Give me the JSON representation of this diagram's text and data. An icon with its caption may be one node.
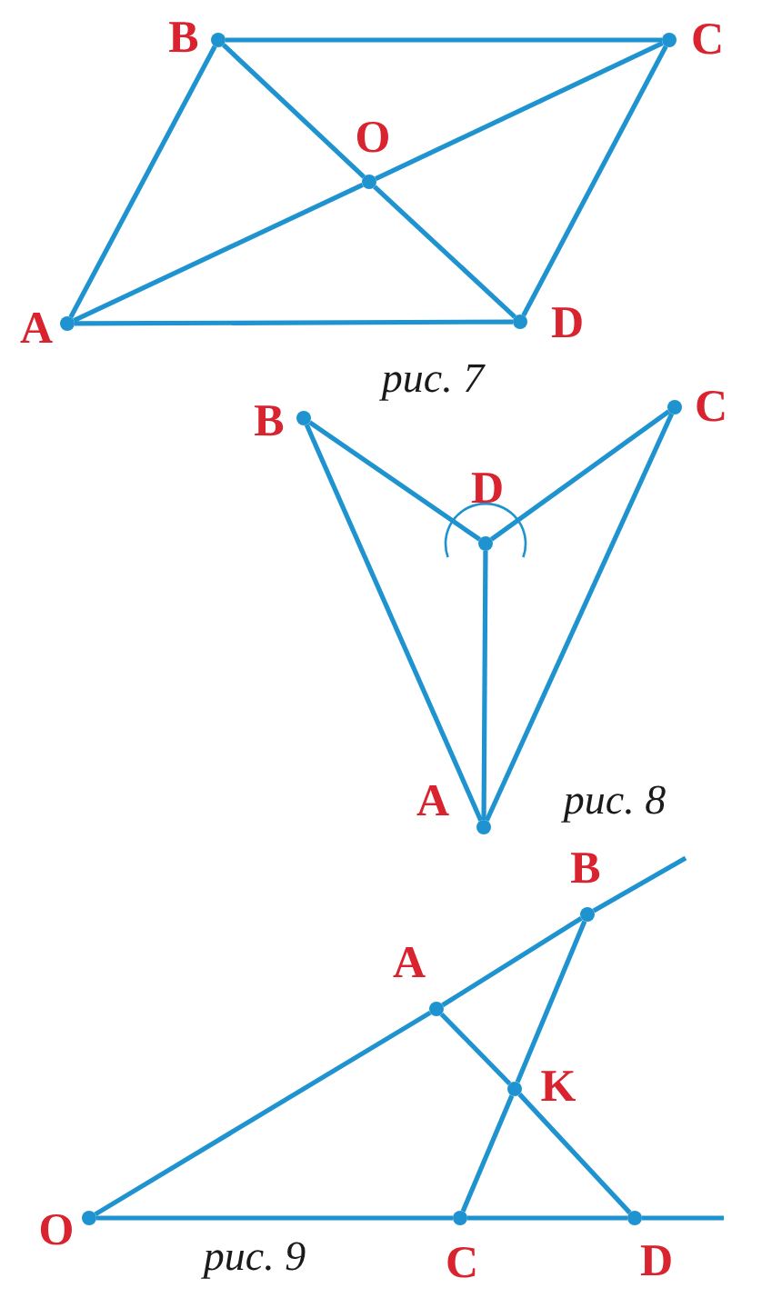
{
  "diagram": {
    "nodes": [
      {
        "text": [
          "B"
        ]
      },
      {
        "text": [
          "C"
        ]
      },
      {
        "text": [
          "O"
        ]
      },
      {
        "text": [
          "A"
        ]
      },
      {
        "text": [
          "D"
        ]
      },
      {
        "text": [
          "B"
        ]
      },
      {
        "text": [
          "C"
        ]
      },
      {
        "text": [
          "D"
        ]
      },
      {
        "text": [
          "A"
        ]
      },
      {
        "text": [
          "B"
        ]
      },
      {
        "text": [
          "A"
        ]
      },
      {
        "text": [
          "K"
        ]
      },
      {
        "text": [
          "O"
        ]
      },
      {
        "text": [
          "C"
        ]
      },
      {
        "text": [
          "D"
        ]
      }
    ],
    "edges": [
      {
        "from": 0,
        "to": 1,
        "arrow": "none"
      },
      {
        "from": 1,
        "to": 4,
        "arrow": "none"
      },
      {
        "from": 4,
        "to": 3,
        "arrow": "none"
      },
      {
        "from": 3,
        "to": 0,
        "arrow": "none"
      },
      {
        "from": 3,
        "to": 2,
        "arrow": "none"
      },
      {
        "from": 2,
        "to": 1,
        "arrow": "none"
      },
      {
        "from": 0,
        "to": 2,
        "arrow": "none"
      },
      {
        "from": 2,
        "to": 4,
        "arrow": "none"
      },
      {
        "from": 5,
        "to": 7,
        "arrow": "none"
      },
      {
        "from": 7,
        "to": 6,
        "arrow": "none"
      },
      {
        "from": 7,
        "to": 8,
        "arrow": "none"
      },
      {
        "from": 5,
        "to": 8,
        "arrow": "none"
      },
      {
        "from": 6,
        "to": 8,
        "arrow": "none"
      },
      {
        "from": 12,
        "to": 10,
        "arrow": "none"
      },
      {
        "from": 10,
        "to": 9,
        "arrow": "none"
      },
      {
        "from": 9,
        "to": null,
        "arrow": "none"
      },
      {
        "from": 12,
        "to": 13,
        "arrow": "none"
      },
      {
        "from": 13,
        "to": 14,
        "arrow": "none"
      },
      {
        "from": 14,
        "to": null,
        "arrow": "none"
      },
      {
        "from": 10,
        "to": 11,
        "arrow": "none"
      },
      {
        "from": 11,
        "to": 14,
        "arrow": "none"
      },
      {
        "from": 9,
        "to": 11,
        "arrow": "none"
      },
      {
        "from": 11,
        "to": 13,
        "arrow": "none"
      }
    ],
    "labels": [
      "рис. 7",
      "рис. 8",
      "рис. 9"
    ]
  }
}
